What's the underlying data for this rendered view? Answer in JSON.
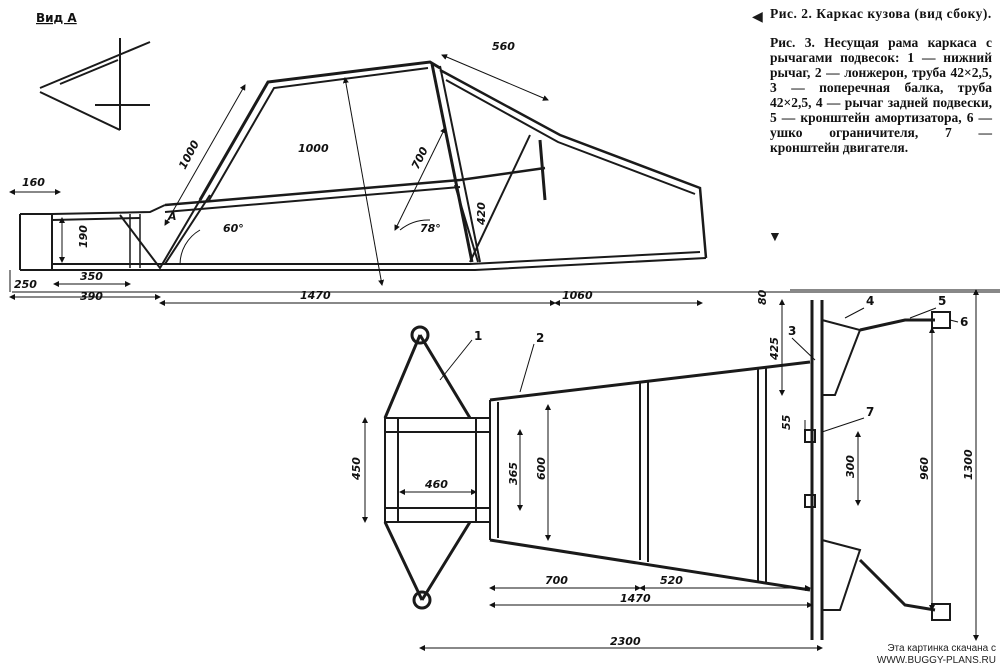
{
  "view_label": "Вид А",
  "fig2_caption": "Рис. 2. Каркас кузова (вид сбоку).",
  "fig3_caption": "Рис. 3. Несущая рама каркаса с рычагами подвесок: 1 — нижний рычаг, 2 — лонжерон, труба 42×2,5, 3 — поперечная балка, труба 42×2,5, 4 — рычаг задней подвески, 5 — кронштейн амортизатора, 6 — ушко ограничителя, 7 — кронштейн двигателя.",
  "watermark_line1": "Эта картинка скачана с",
  "watermark_line2": "WWW.BUGGY-PLANS.RU",
  "side_view_dims": {
    "d160": "160",
    "d190": "190",
    "d250": "250",
    "d350": "350",
    "d390": "390",
    "d1470": "1470",
    "d1060": "1060",
    "d1000a": "1000",
    "d1000b": "1000",
    "d700": "700",
    "d560": "560",
    "d420": "420",
    "a60": "60°",
    "a78": "78°",
    "lblA": "А"
  },
  "top_view_dims": {
    "d450": "450",
    "d460": "460",
    "d365": "365",
    "d600": "600",
    "d700": "700",
    "d520": "520",
    "d1470": "1470",
    "d2300": "2300",
    "d300": "300",
    "d960": "960",
    "d1300": "1300",
    "d425": "425",
    "d80": "80",
    "d55": "55"
  },
  "callouts": [
    "1",
    "2",
    "3",
    "4",
    "5",
    "6",
    "7"
  ]
}
